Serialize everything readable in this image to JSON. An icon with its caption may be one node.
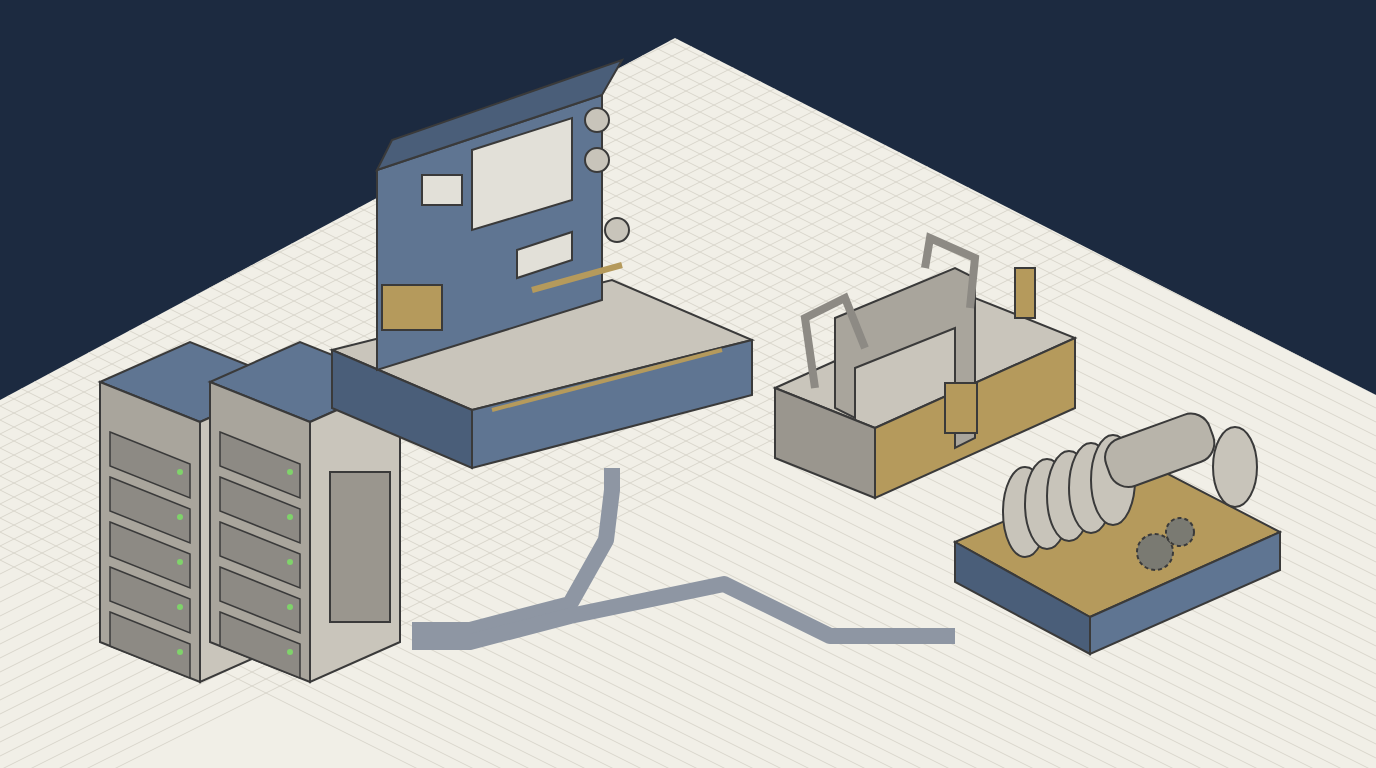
{
  "diagram": {
    "nodes": [
      {
        "text": [],
        "shape": "picture"
      },
      {
        "text": [],
        "shape": "picture"
      },
      {
        "text": [],
        "shape": "picture"
      },
      {
        "text": [],
        "shape": "picture"
      }
    ],
    "edges": [
      {
        "from": 0,
        "to": 1,
        "arrow": "none"
      },
      {
        "from": 0,
        "to": 3,
        "arrow": "none"
      }
    ]
  }
}
